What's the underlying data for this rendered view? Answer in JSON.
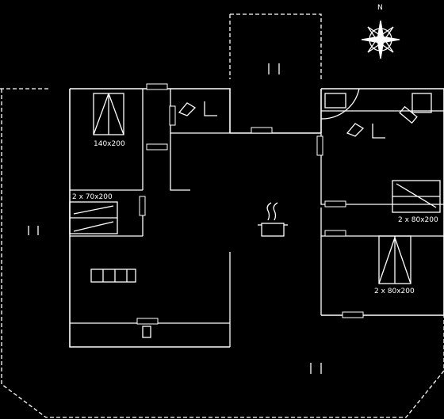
{
  "compass": {
    "north_label": "N"
  },
  "rooms": {
    "bedroom_1_bed": "140x200",
    "bedroom_2_bed": "2 x 70x200",
    "bedroom_3_bed": "2 x 80x200",
    "bedroom_4_bed": "2 x 80x200"
  },
  "colors": {
    "background": "#000000",
    "lines": "#ffffff"
  }
}
